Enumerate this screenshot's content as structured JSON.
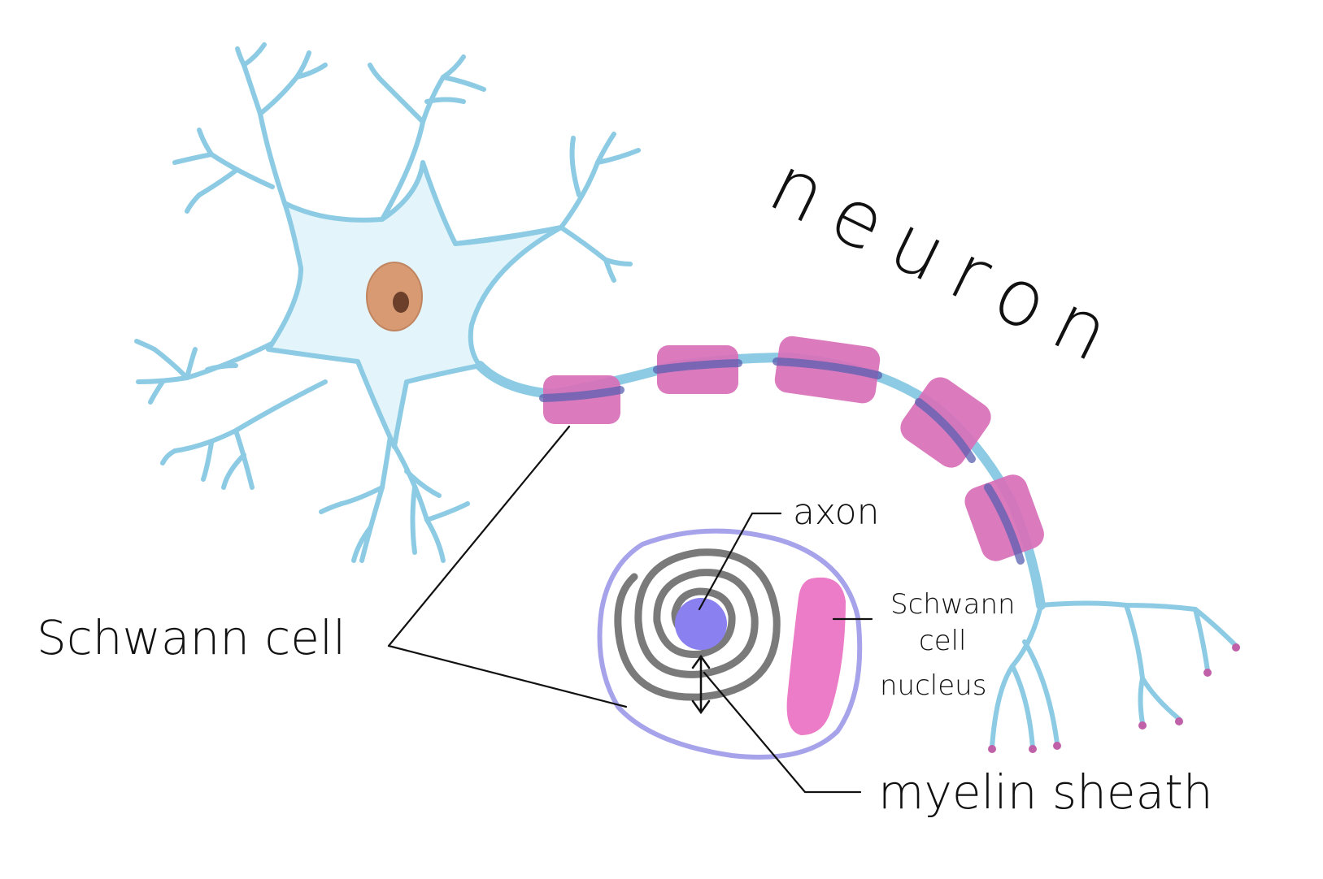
{
  "title": "neuron",
  "labels": {
    "schwann_cell": "Schwann cell",
    "axon": "axon",
    "schwann_nucleus_line1": "Schwann",
    "schwann_nucleus_line2": "cell",
    "schwann_nucleus_line3": "nucleus",
    "myelin_sheath": "myelin sheath"
  },
  "colors": {
    "neuron_outline": "#8ccbe3",
    "cell_body_fill": "#e3f5fb",
    "nucleus": "#d89a72",
    "nucleolus": "#6b3f2a",
    "schwann_cell": "#d870b8",
    "axon_cross_section": "#8a80ef",
    "myelin_layers": "#7a7a7a",
    "cross_section_outline": "#a7a3ea",
    "schwann_nucleus_cross_section": "#ec7cc7",
    "text": "#111111"
  }
}
